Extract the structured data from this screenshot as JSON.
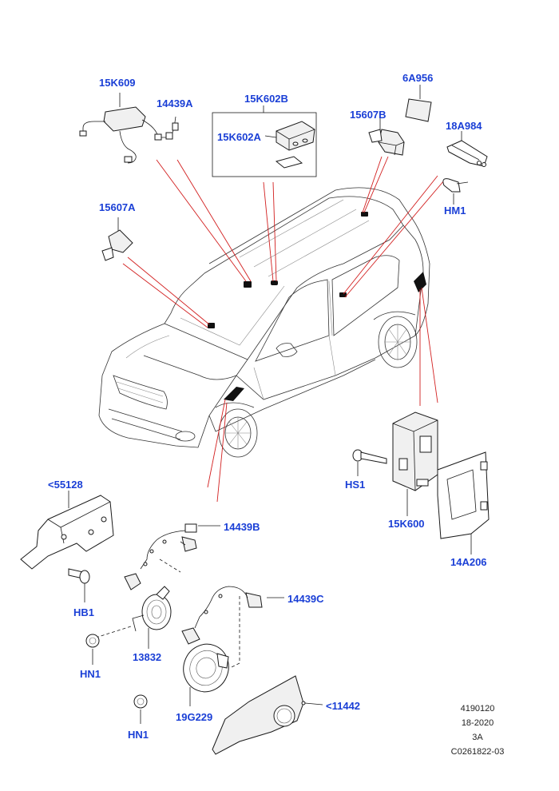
{
  "labels": {
    "l15K609": "15K609",
    "l14439A": "14439A",
    "l15K602B": "15K602B",
    "l15K602A": "15K602A",
    "l6A956": "6A956",
    "l15607B": "15607B",
    "l18A984": "18A984",
    "lHM1": "HM1",
    "l15607A": "15607A",
    "l55128": "<55128",
    "l14439B": "14439B",
    "lHB1": "HB1",
    "l13832": "13832",
    "lHN1a": "HN1",
    "l14439C": "14439C",
    "l19G229": "19G229",
    "lHN1b": "HN1",
    "l11442": "<11442",
    "lHS1": "HS1",
    "l15K600": "15K600",
    "l14A206": "14A206"
  },
  "reference": [
    "4190120",
    "18-2020",
    "3A",
    "C0261822-03"
  ],
  "colors": {
    "label": "#1a3fd6",
    "leader": "#d21f1f",
    "line": "#1a1a1a"
  }
}
